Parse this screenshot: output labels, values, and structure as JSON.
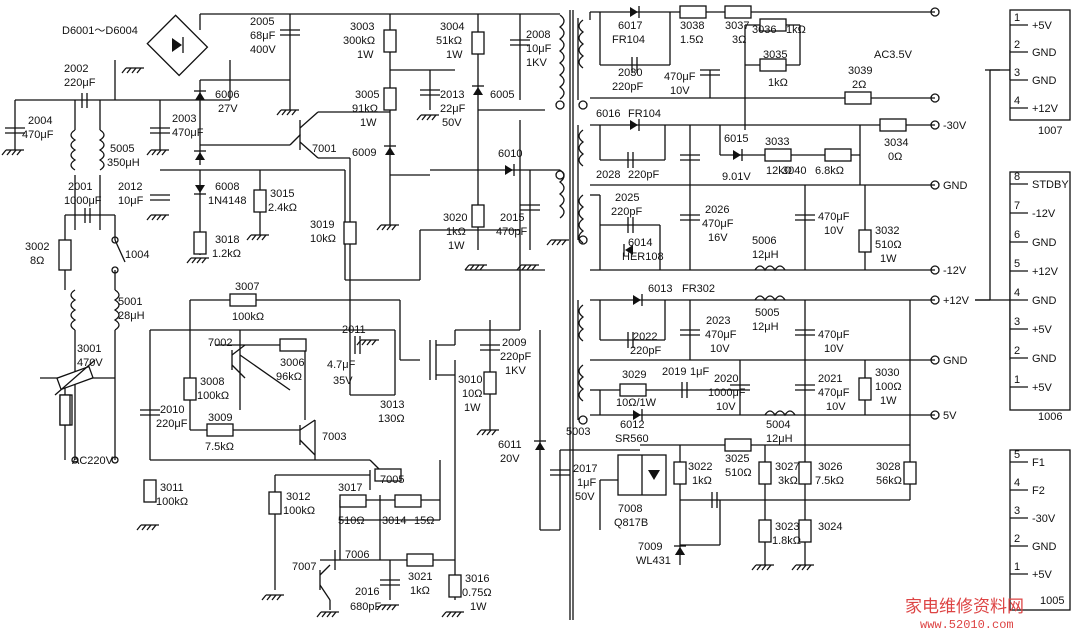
{
  "labels": {
    "bridge": "D6001～D6004",
    "c2005": [
      "2005",
      "68μF",
      "400V"
    ],
    "r3003": [
      "3003",
      "300kΩ",
      "1W"
    ],
    "r3004": [
      "3004",
      "51kΩ",
      "1W"
    ],
    "c2008": [
      "2008",
      "10μF",
      "1KV"
    ],
    "c2002": [
      "2002",
      "220μF"
    ],
    "c2004": [
      "2004",
      "470μF"
    ],
    "l5005": [
      "5005",
      "350μH"
    ],
    "c2003": [
      "2003",
      "470μF"
    ],
    "d6006": [
      "6006",
      "27V"
    ],
    "r3005": [
      "3005",
      "91kΩ",
      "1W"
    ],
    "c2013": [
      "2013",
      "22μF",
      "50V"
    ],
    "d6005": "6005",
    "q7001": "7001",
    "d6009": "6009",
    "d6010": "6010",
    "c2001": [
      "2001",
      "1000μF"
    ],
    "c2012": [
      "2012",
      "10μF"
    ],
    "d6008": [
      "6008",
      "1N4148"
    ],
    "r3015": [
      "3015",
      "2.4kΩ"
    ],
    "r3020": [
      "3020",
      "1kΩ",
      "1W"
    ],
    "c2015": [
      "2015",
      "470pF"
    ],
    "r3002": [
      "3002",
      "8Ω"
    ],
    "sw1004": "1004",
    "r3018": [
      "3018",
      "1.2kΩ"
    ],
    "r3019": [
      "3019",
      "10kΩ"
    ],
    "l5001": [
      "5001",
      "28μH"
    ],
    "r3007": [
      "3007",
      "100kΩ"
    ],
    "c2011": [
      "2011",
      "4.7μF",
      "35V"
    ],
    "q7002": "7002",
    "r3006": [
      "3006",
      "96kΩ"
    ],
    "r3001": [
      "3001",
      "470V"
    ],
    "r3008": [
      "3008",
      "100kΩ"
    ],
    "c2009": [
      "2009",
      "220pF",
      "1KV"
    ],
    "r3010": [
      "3010",
      "10Ω",
      "1W"
    ],
    "c2010": [
      "2010",
      "220μF"
    ],
    "r3009": [
      "3009",
      "7.5kΩ"
    ],
    "q7003": "7003",
    "r3013": [
      "3013",
      "130Ω"
    ],
    "d6011": [
      "6011",
      "20V"
    ],
    "ac220": "AC220V",
    "r3011": [
      "3011",
      "100kΩ"
    ],
    "q7005": "7005",
    "r3012": [
      "3012",
      "100kΩ"
    ],
    "r3017": [
      "3017",
      "510Ω"
    ],
    "r3014": [
      "3014",
      "15Ω"
    ],
    "q7006": "7006",
    "q7007": "7007",
    "c2016": [
      "2016",
      "680pF"
    ],
    "r3021": [
      "3021",
      "1kΩ"
    ],
    "r3016": [
      "3016",
      "0.75Ω",
      "1W"
    ],
    "d6017": [
      "6017",
      "FR104"
    ],
    "r3038": [
      "3038",
      "1.5Ω"
    ],
    "r3037": [
      "3037",
      "3Ω"
    ],
    "r3036": [
      "3036",
      "1kΩ"
    ],
    "ac35": "AC3.5V",
    "c2030": [
      "2030",
      "220pF"
    ],
    "c470_10": [
      "470μF",
      "10V"
    ],
    "r3035": [
      "3035",
      "1kΩ"
    ],
    "r3039": [
      "3039",
      "2Ω"
    ],
    "d6016": [
      "6016",
      "FR104"
    ],
    "d6015": [
      "6015",
      "9.01V"
    ],
    "r3033": [
      "3033",
      "12kΩ"
    ],
    "r3040": [
      "3040",
      "6.8kΩ"
    ],
    "r3034": [
      "3034",
      "0Ω"
    ],
    "c2028": [
      "2028",
      "220pF"
    ],
    "c2025": [
      "2025",
      "220pF"
    ],
    "c2026": [
      "2026",
      "470μF",
      "16V"
    ],
    "c470b": [
      "470μF",
      "10V"
    ],
    "r3032": [
      "3032",
      "510Ω",
      "1W"
    ],
    "d6014": [
      "6014",
      "HER108"
    ],
    "l5006": [
      "5006",
      "12μH"
    ],
    "d6013": [
      "6013",
      "FR302"
    ],
    "l5005b": [
      "5005",
      "12μH"
    ],
    "c2022": [
      "2022",
      "220pF"
    ],
    "c2023": [
      "2023",
      "470μF",
      "10V"
    ],
    "c470c": [
      "470μF",
      "10V"
    ],
    "r3029": [
      "3029",
      "10Ω/1W"
    ],
    "c2019": [
      "2019",
      "1μF"
    ],
    "c2020": [
      "2020",
      "1000μF",
      "10V"
    ],
    "c2021": [
      "2021",
      "470μF",
      "10V"
    ],
    "r3030": [
      "3030",
      "100Ω",
      "1W"
    ],
    "d6012": [
      "6012",
      "SR560"
    ],
    "l5004": [
      "5004",
      "12μH"
    ],
    "n5003": "5003",
    "c2017": [
      "2017",
      "1μF",
      "50V"
    ],
    "r3022": [
      "3022",
      "1kΩ"
    ],
    "r3025": [
      "3025",
      "510Ω"
    ],
    "r3027": [
      "3027",
      "3kΩ"
    ],
    "r3026": [
      "3026",
      "7.5kΩ"
    ],
    "r3028": [
      "3028",
      "56kΩ"
    ],
    "u7008": [
      "7008",
      "Q817B"
    ],
    "r3023": [
      "3023",
      "1.8kΩ"
    ],
    "r3024": "3024",
    "u7009": [
      "7009",
      "WL431"
    ]
  },
  "outputs": [
    "-30V",
    "GND",
    "-12V",
    "+12V",
    "GND",
    "5V"
  ],
  "connectors": [
    {
      "id": "1007",
      "pins": [
        {
          "n": "1",
          "label": "+5V"
        },
        {
          "n": "2",
          "label": "GND"
        },
        {
          "n": "3",
          "label": "GND"
        },
        {
          "n": "4",
          "label": "+12V"
        }
      ]
    },
    {
      "id": "1006",
      "pins": [
        {
          "n": "8",
          "label": "STDBY"
        },
        {
          "n": "7",
          "label": "-12V"
        },
        {
          "n": "6",
          "label": "GND"
        },
        {
          "n": "5",
          "label": "+12V"
        },
        {
          "n": "4",
          "label": "GND"
        },
        {
          "n": "3",
          "label": "+5V"
        },
        {
          "n": "2",
          "label": "GND"
        },
        {
          "n": "1",
          "label": "+5V"
        }
      ]
    },
    {
      "id": "1005",
      "pins": [
        {
          "n": "5",
          "label": "F1"
        },
        {
          "n": "4",
          "label": "F2"
        },
        {
          "n": "3",
          "label": "-30V"
        },
        {
          "n": "2",
          "label": "GND"
        },
        {
          "n": "1",
          "label": "+5V"
        }
      ]
    }
  ],
  "watermark": {
    "text": "家电维修资料网",
    "url": "www.52010.com"
  }
}
